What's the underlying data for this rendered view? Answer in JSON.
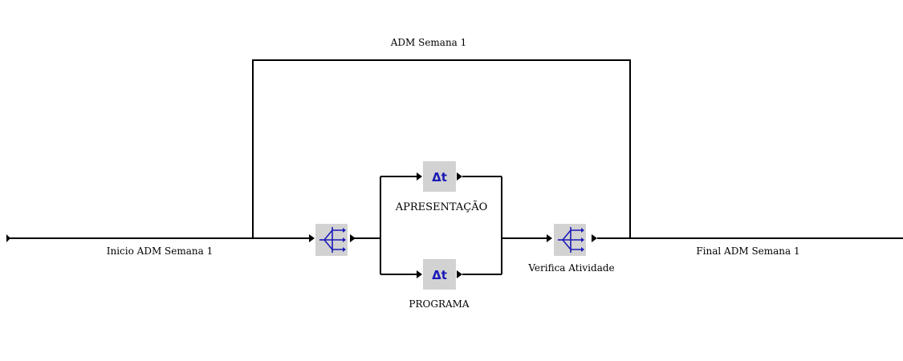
{
  "diagram": {
    "top_label": "ADM Semana 1",
    "start_label": "Inicio ADM Semana 1",
    "end_label": "Final ADM Semana 1",
    "upper_activity_label": "APRESENTAÇÃO",
    "lower_activity_label": "PROGRAMA",
    "merge_label": "Verifica Atividade",
    "activity_icon_text": "Δt",
    "colors": {
      "line": "#000000",
      "node_background": "#d2d2d2",
      "icon": "#1a1ab8"
    },
    "icons": {
      "split_node": "or-branch-icon",
      "merge_node": "or-branch-icon",
      "activity_node": "delta-t-timer-icon"
    }
  }
}
